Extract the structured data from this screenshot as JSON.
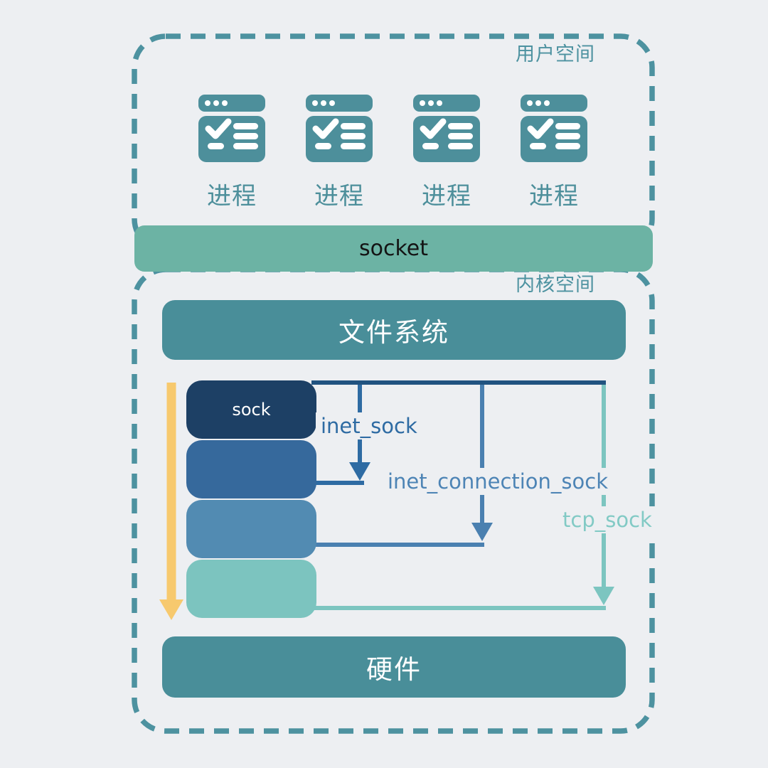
{
  "user_space": {
    "label": "用户空间",
    "processes": [
      {
        "label": "进程"
      },
      {
        "label": "进程"
      },
      {
        "label": "进程"
      },
      {
        "label": "进程"
      }
    ]
  },
  "socket_bar": {
    "label": "socket"
  },
  "kernel_space": {
    "label": "内核空间",
    "filesystem_bar": {
      "label": "文件系统"
    },
    "sock_stack": {
      "top_label": "sock",
      "layers": [
        "sock",
        "inet_sock",
        "inet_connection_sock",
        "tcp_sock"
      ]
    },
    "arrows": [
      {
        "label": "inet_sock"
      },
      {
        "label": "inet_connection_sock"
      },
      {
        "label": "tcp_sock"
      }
    ],
    "hardware_bar": {
      "label": "硬件"
    }
  },
  "palette": {
    "background": "#edeff2",
    "dashed_border": "#4d92a0",
    "process_icon": "#4d8f9b",
    "socket_bar": "#6cb3a4",
    "system_bar": "#498e99",
    "stack_layers": [
      "#1d4065",
      "#36699c",
      "#528bb2",
      "#7cc4bf"
    ],
    "top_line": "#215380",
    "inet_sock_line": "#2e6ba3",
    "inet_connection_sock_line": "#4a80b0",
    "tcp_sock_line": "#7cc5c0",
    "yellow_arrow": "#f7c96e"
  }
}
